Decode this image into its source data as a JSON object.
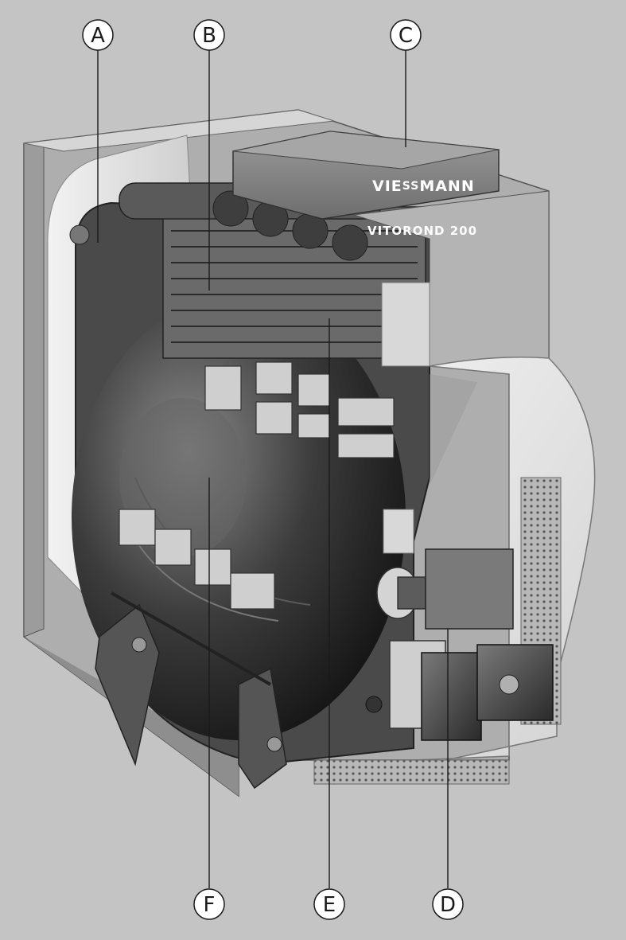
{
  "product": {
    "brand": "VIESSMANN",
    "brand_part1": "VIE",
    "brand_part2": "SS",
    "brand_part3": "MANN",
    "model": "VITOROND 200"
  },
  "callouts": [
    {
      "id": "a",
      "letter": "A"
    },
    {
      "id": "b",
      "letter": "B"
    },
    {
      "id": "c",
      "letter": "C"
    },
    {
      "id": "d",
      "letter": "D"
    },
    {
      "id": "e",
      "letter": "E"
    },
    {
      "id": "f",
      "letter": "F"
    }
  ]
}
